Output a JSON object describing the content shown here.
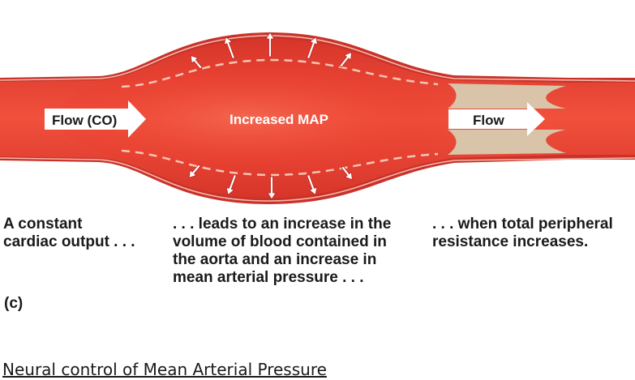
{
  "diagram": {
    "inflow_label": "Flow (CO)",
    "center_label": "Increased MAP",
    "outflow_label": "Flow",
    "colors": {
      "vessel_outer": "#c8322a",
      "vessel_inner": "#ea2f22",
      "vessel_core": "#f25a45",
      "wall_line": "#f7b8a8",
      "constriction": "#d9c3a9",
      "arrow_fill": "#ffffff"
    }
  },
  "captions": {
    "left": [
      "A constant",
      "cardiac output . . ."
    ],
    "middle": [
      ". . . leads to an increase in the",
      "volume of blood contained in",
      "the aorta and an increase in",
      "mean arterial pressure . . ."
    ],
    "right": [
      ". . . when total peripheral",
      "resistance increases."
    ]
  },
  "panel_label": "(c)",
  "link_text": "Neural control of Mean Arterial Pressure"
}
